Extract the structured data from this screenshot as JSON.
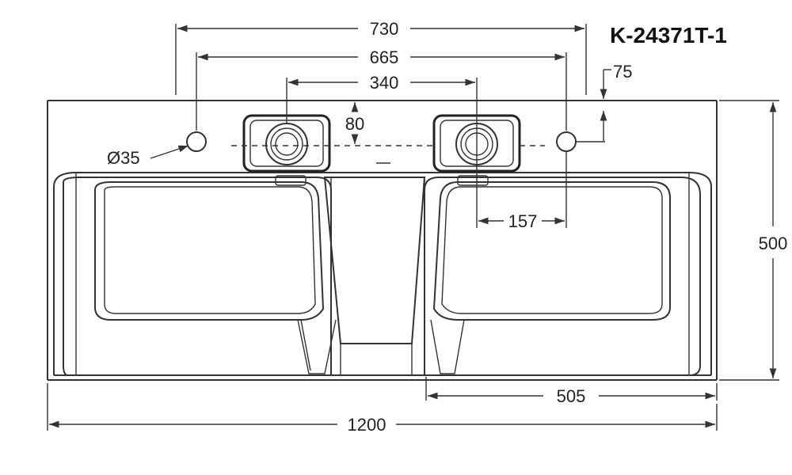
{
  "drawing": {
    "model_number": "K-24371T-1",
    "dimensions": {
      "faucet_span_outer": "730",
      "faucet_span_inner": "665",
      "drain_spacing": "340",
      "hole_offset_from_back": "80",
      "hole_diameter": "Ø35",
      "side_offset": "75",
      "drain_to_faucet": "157",
      "overall_depth": "500",
      "bowl_width": "505",
      "overall_width": "1200"
    }
  }
}
